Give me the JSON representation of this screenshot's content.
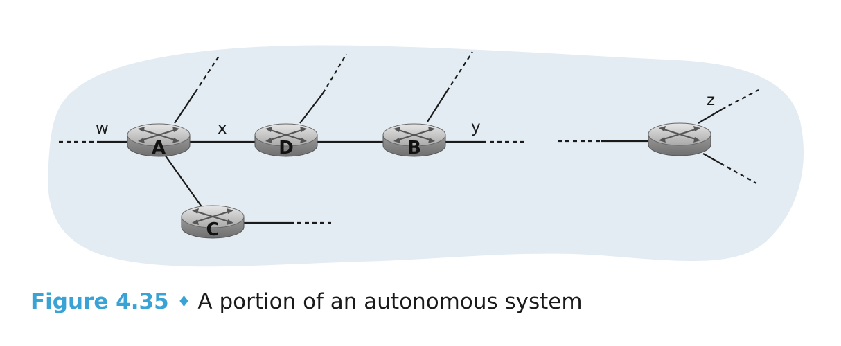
{
  "diagram": {
    "routers": [
      {
        "id": "A",
        "label": "A"
      },
      {
        "id": "D",
        "label": "D"
      },
      {
        "id": "B",
        "label": "B"
      },
      {
        "id": "C",
        "label": "C"
      },
      {
        "id": "R",
        "label": ""
      }
    ],
    "subnet_labels": {
      "w": "w",
      "x": "x",
      "y": "y",
      "z": "z"
    }
  },
  "caption": {
    "label": "Figure 4.35",
    "separator": "♦",
    "text": "A portion of an autonomous system"
  },
  "colors": {
    "as_background": "#e2ecf2",
    "caption_accent": "#3aa3d6"
  }
}
